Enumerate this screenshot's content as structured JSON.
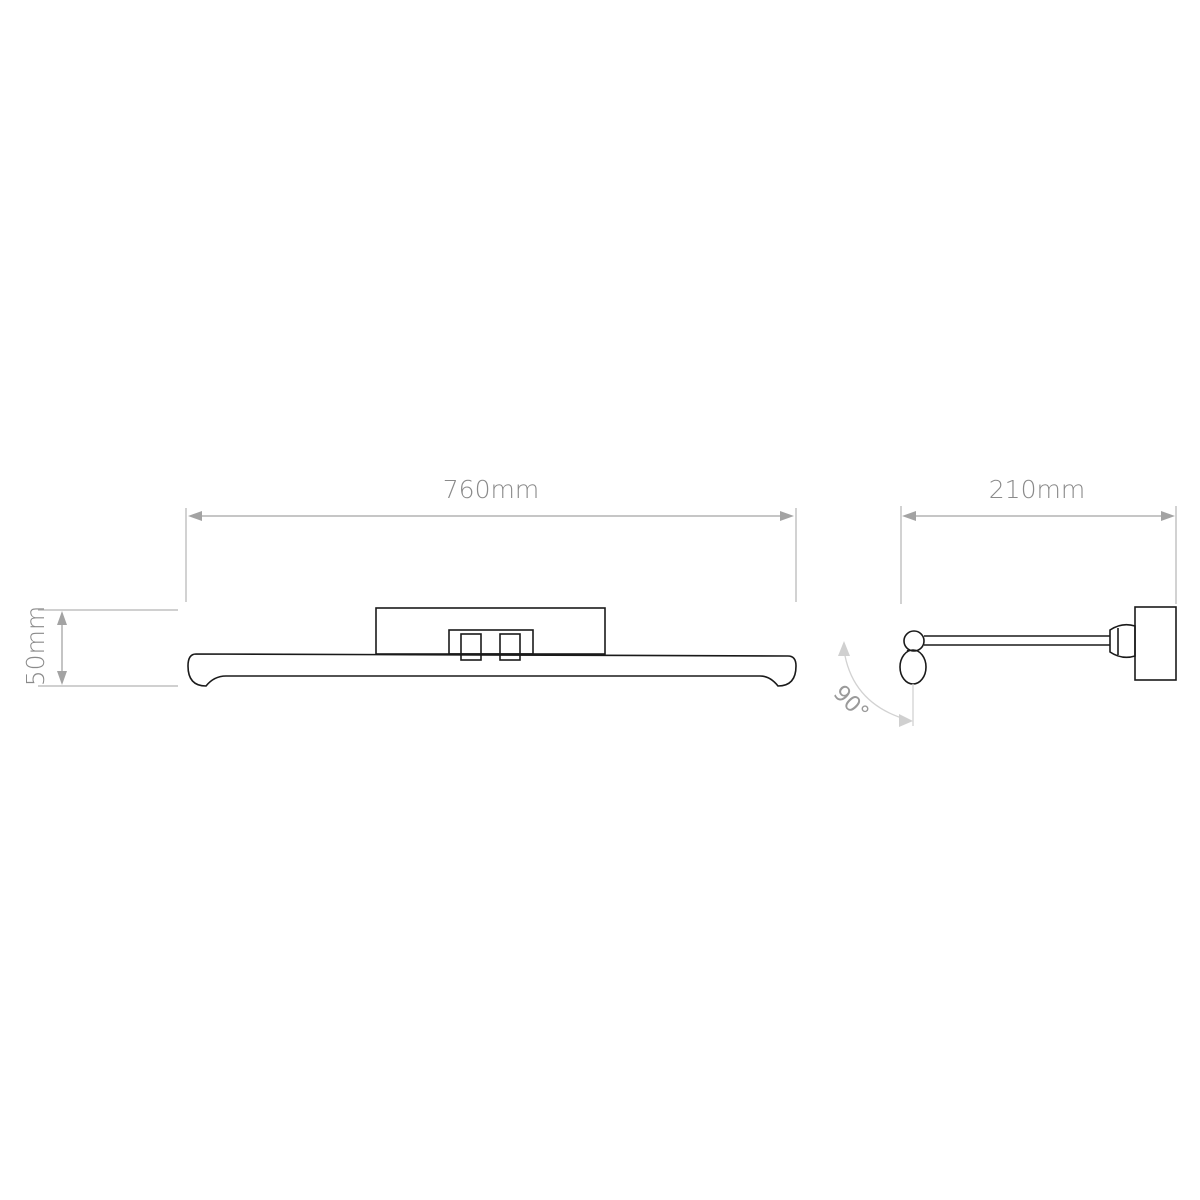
{
  "dimensions": {
    "width_front": "760mm",
    "height": "50mm",
    "projection_side": "210mm",
    "rotation_angle": "90°"
  },
  "colors": {
    "outline": "#1a1a1a",
    "dimension": "#a3a3a3",
    "text": "#8a8a8a"
  }
}
